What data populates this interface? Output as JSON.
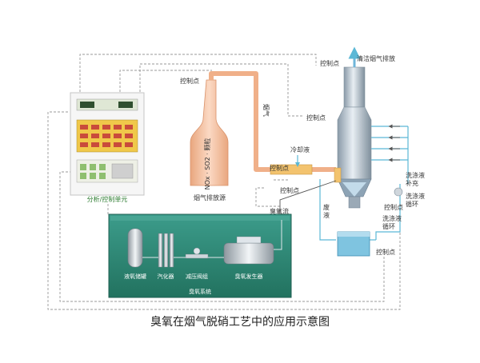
{
  "caption": "臭氧在烟气脱硝工艺中的应用示意图",
  "labels": {
    "control_point": "控制点",
    "clean_exhaust": "清洁烟气排放",
    "flue_gas": "烟气",
    "coolant": "冷却液",
    "ozone_flow": "臭氧流",
    "waste_liquid": "废液",
    "wash_supplement": "洗涤液补充",
    "wash_cycle_1": "洗涤液循环",
    "wash_cycle_2": "洗涤液循环",
    "flue_source": "烟气排放源",
    "stack_text": "NOx · SO2 · 颗粒",
    "analysis_unit": "分析/控制单元",
    "ozone_system": "臭氧系统",
    "lox_tank": "液氧储罐",
    "vaporizer": "汽化器",
    "pressure_valve": "减压阀组",
    "ozone_generator": "臭氧发生器"
  },
  "colors": {
    "flue_pipe": "#f0b089",
    "ozone_box": "#2c8a7a",
    "wash_line": "#5bb8d6",
    "dashed": "#888888",
    "tower": "#b8c6d2",
    "green_text": "#2e7d32"
  }
}
